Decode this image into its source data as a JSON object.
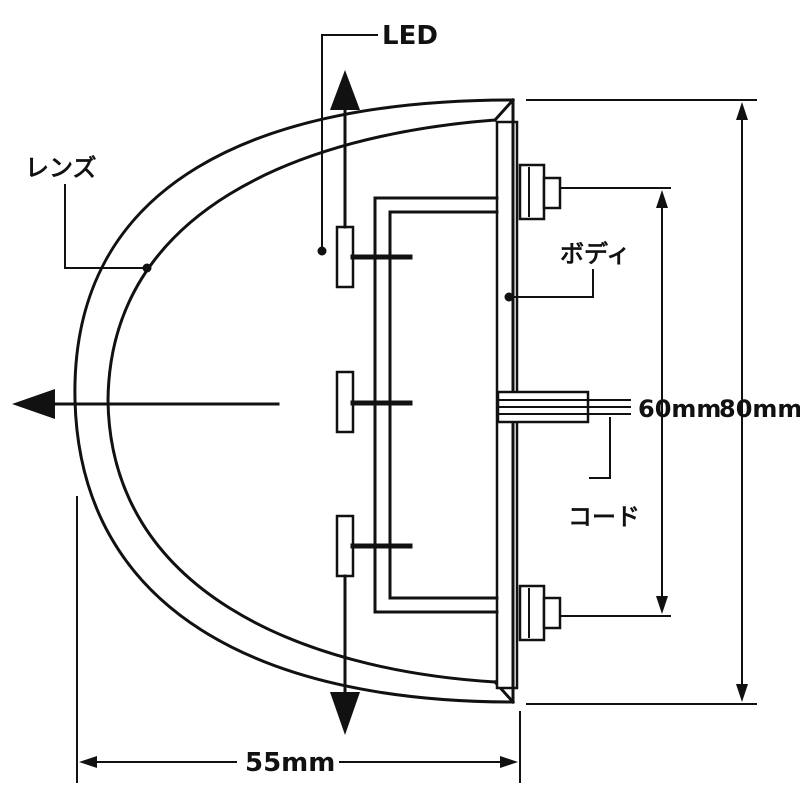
{
  "labels": {
    "led": "LED",
    "lens": "レンズ",
    "body": "ボディ",
    "cord": "コード",
    "dim_height_inner": "60mm",
    "dim_height_outer": "80mm",
    "dim_depth": "55mm"
  }
}
